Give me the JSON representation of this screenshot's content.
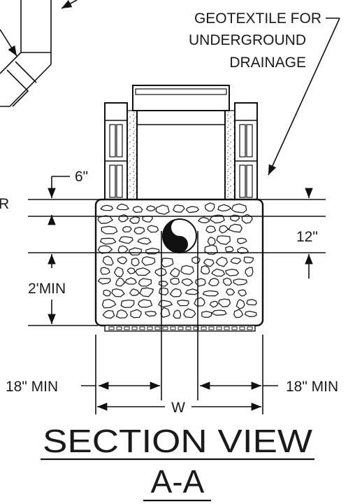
{
  "labels": {
    "geotextile_line1": "GEOTEXTILE FOR",
    "geotextile_line2": "UNDERGROUND",
    "geotextile_line3": "DRAINAGE",
    "six_inch": "6\"",
    "r_partial": "R",
    "twelve_inch": "12\"",
    "two_ft_min": "2'MIN",
    "eighteen_min_left": "18\" MIN",
    "eighteen_min_right": "18\" MIN",
    "w": "W",
    "section_view": "SECTION VIEW",
    "section_id": "A-A"
  }
}
